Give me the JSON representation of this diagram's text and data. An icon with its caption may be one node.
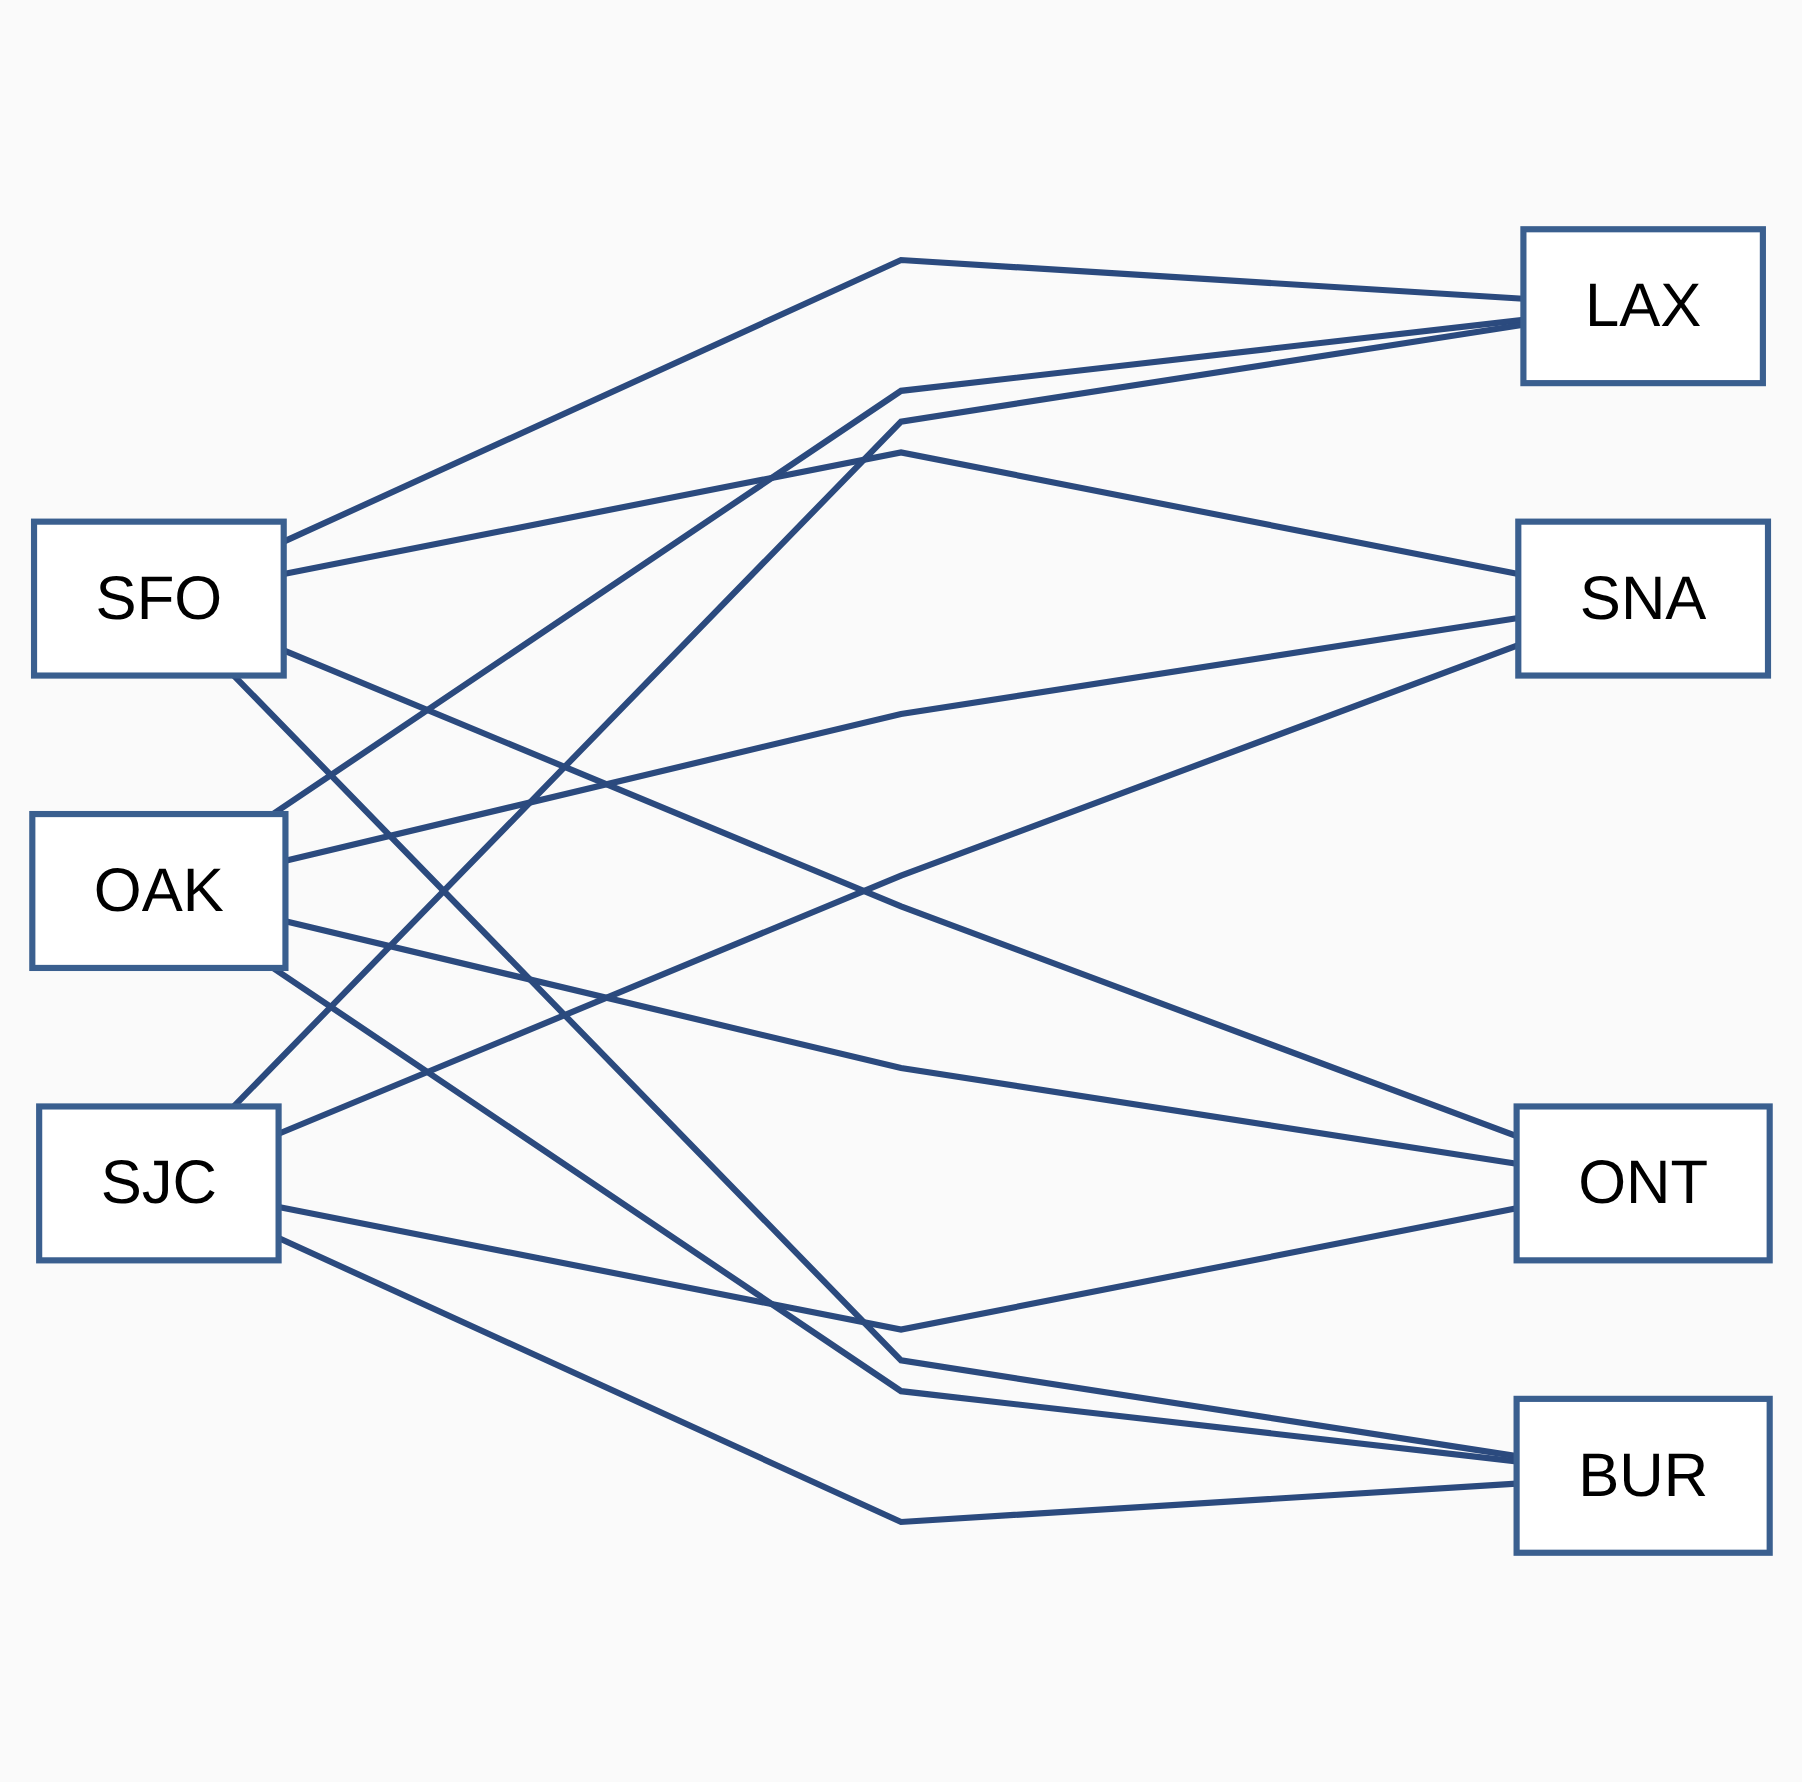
{
  "diagram": {
    "nodes": [
      {
        "text": [
          "SFO"
        ]
      },
      {
        "text": [
          "OAK"
        ]
      },
      {
        "text": [
          "SJC"
        ]
      },
      {
        "text": [
          "LAX"
        ]
      },
      {
        "text": [
          "SNA"
        ]
      },
      {
        "text": [
          "ONT"
        ]
      },
      {
        "text": [
          "BUR"
        ]
      }
    ],
    "edges": [
      {
        "from": 0,
        "to": 3,
        "arrow": "none"
      },
      {
        "from": 0,
        "to": 4,
        "arrow": "none"
      },
      {
        "from": 0,
        "to": 5,
        "arrow": "none"
      },
      {
        "from": 0,
        "to": 6,
        "arrow": "none"
      },
      {
        "from": 1,
        "to": 3,
        "arrow": "none"
      },
      {
        "from": 1,
        "to": 4,
        "arrow": "none"
      },
      {
        "from": 1,
        "to": 5,
        "arrow": "none"
      },
      {
        "from": 1,
        "to": 6,
        "arrow": "none"
      },
      {
        "from": 2,
        "to": 3,
        "arrow": "none"
      },
      {
        "from": 2,
        "to": 4,
        "arrow": "none"
      },
      {
        "from": 2,
        "to": 5,
        "arrow": "none"
      },
      {
        "from": 2,
        "to": 6,
        "arrow": "none"
      }
    ]
  }
}
